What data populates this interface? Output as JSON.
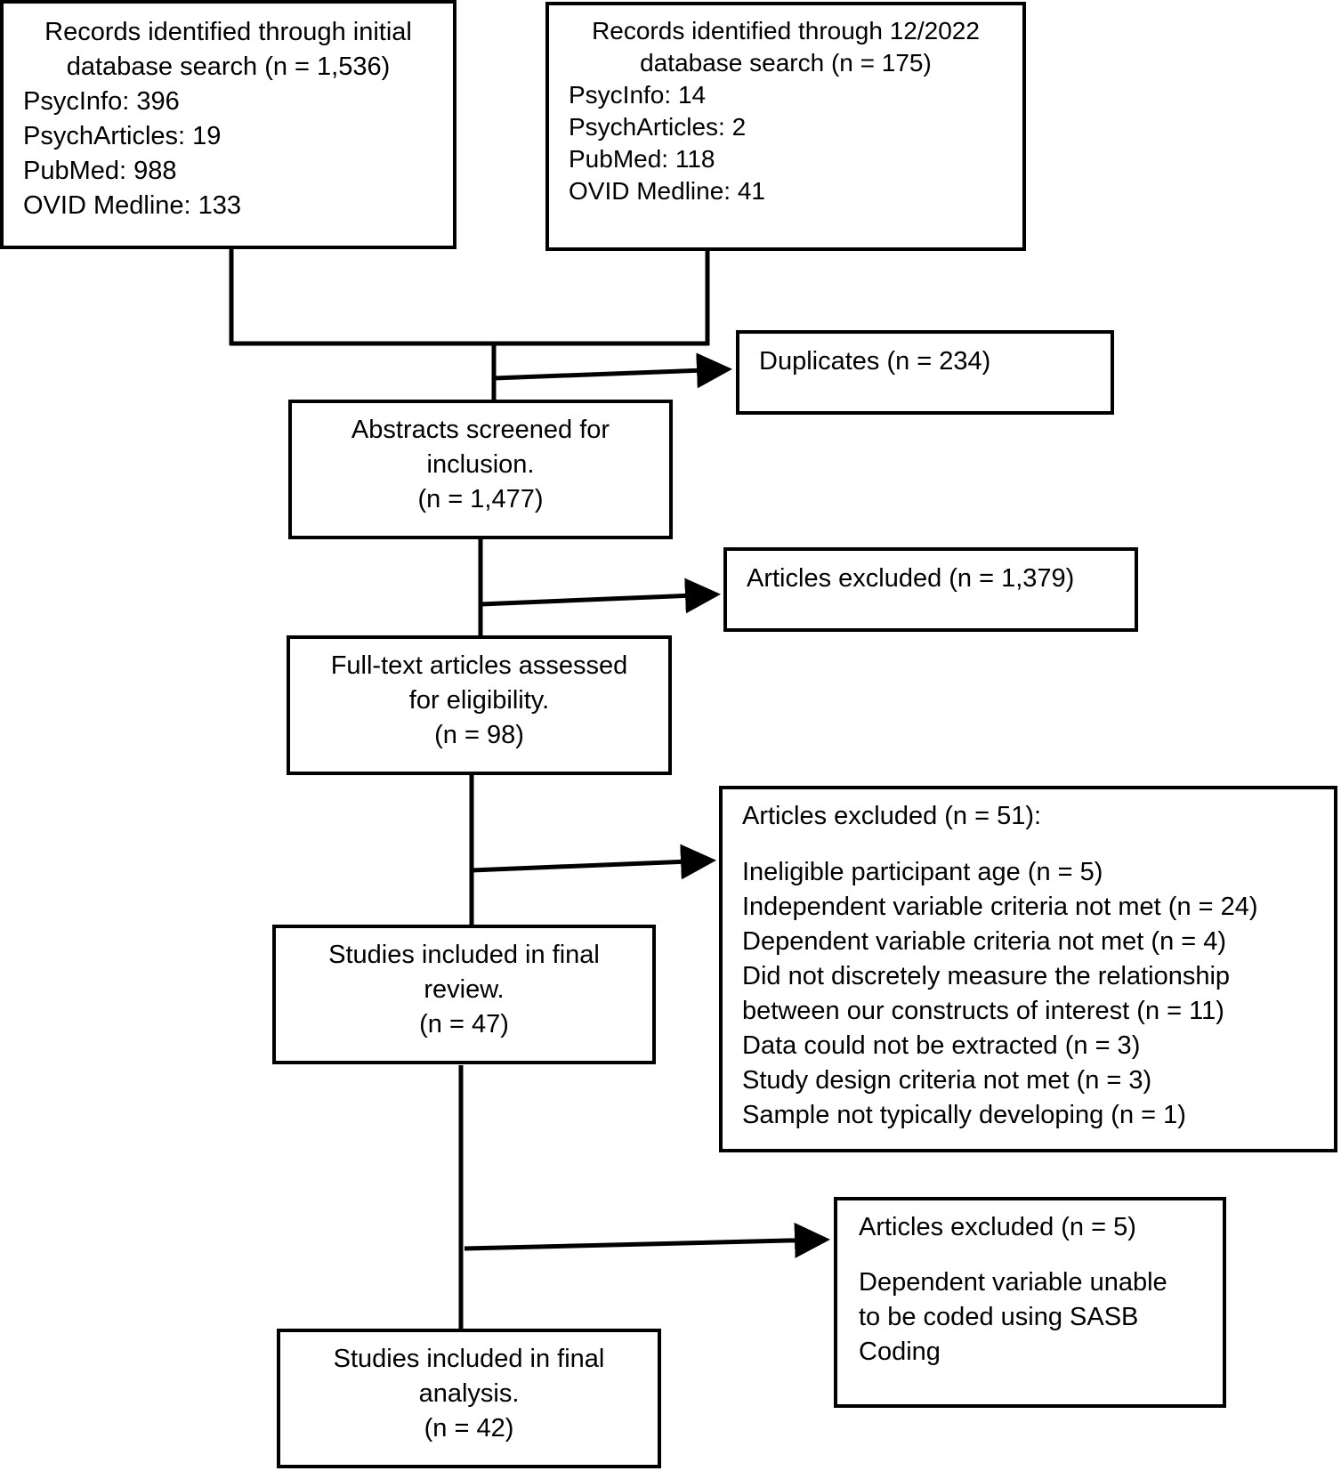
{
  "boxes": {
    "initial_search": {
      "header": [
        "Records identified through initial",
        "database search (n = 1,536)"
      ],
      "lines": [
        "PsycInfo: 396",
        "PsychArticles: 19",
        "PubMed: 988",
        "OVID Medline: 133"
      ]
    },
    "update_search": {
      "header": [
        "Records identified through 12/2022",
        "database search (n = 175)"
      ],
      "lines": [
        "PsycInfo: 14",
        "PsychArticles: 2",
        "PubMed: 118",
        "OVID Medline: 41"
      ]
    },
    "duplicates": {
      "text": "Duplicates (n = 234)"
    },
    "abstracts": {
      "lines": [
        "Abstracts screened for",
        "inclusion.",
        "(n = 1,477)"
      ]
    },
    "excluded_abstracts": {
      "text": "Articles excluded (n = 1,379)"
    },
    "fulltext": {
      "lines": [
        "Full-text articles assessed",
        "for eligibility.",
        "(n = 98)"
      ]
    },
    "excluded_fulltext": {
      "title": "Articles excluded (n = 51):",
      "lines": [
        "Ineligible participant age (n = 5)",
        "Independent variable criteria not met (n = 24)",
        "Dependent variable criteria not met (n = 4)",
        "Did not discretely measure the relationship",
        "between our constructs of interest (n = 11)",
        "Data could not be extracted (n = 3)",
        "Study design criteria not met (n = 3)",
        "Sample not typically developing (n = 1)"
      ]
    },
    "final_review": {
      "lines": [
        "Studies included in final",
        "review.",
        "(n = 47)"
      ]
    },
    "excluded_final": {
      "title": "Articles excluded (n = 5)",
      "lines": [
        "Dependent variable unable",
        "to be coded using SASB",
        "Coding"
      ]
    },
    "final_analysis": {
      "lines": [
        "Studies included in final",
        "analysis.",
        "(n = 42)"
      ]
    }
  }
}
